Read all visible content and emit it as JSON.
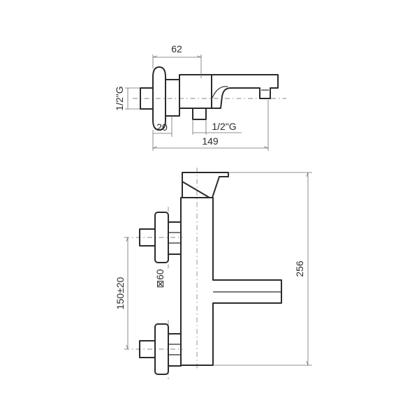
{
  "top_view": {
    "dim_overall_width": "62",
    "dim_thread_inlet": "1/2\"G",
    "dim_eccentric_depth": "20",
    "dim_thread_outlet": "1/2\"G",
    "dim_total_length": "149"
  },
  "front_view": {
    "dim_centres": "150±20",
    "dim_flange": "⊠60",
    "dim_height": "256"
  }
}
